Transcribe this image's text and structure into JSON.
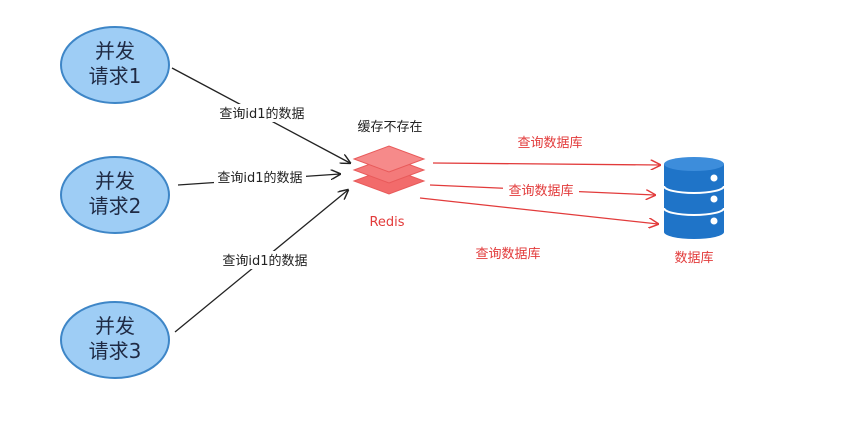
{
  "requests": [
    {
      "line1": "并发",
      "line2": "请求1"
    },
    {
      "line1": "并发",
      "line2": "请求2"
    },
    {
      "line1": "并发",
      "line2": "请求3"
    }
  ],
  "edges_to_cache": [
    "查询id1的数据",
    "查询id1的数据",
    "查询id1的数据"
  ],
  "cache": {
    "status": "缓存不存在",
    "name": "Redis"
  },
  "edges_to_db": [
    "查询数据库",
    "查询数据库",
    "查询数据库"
  ],
  "database": {
    "name": "数据库"
  },
  "colors": {
    "request_fill": "#9ecdf5",
    "request_stroke": "#3e86c7",
    "redis": "#f26b6b",
    "db": "#1f74c8",
    "red_text": "#e23b3b"
  }
}
